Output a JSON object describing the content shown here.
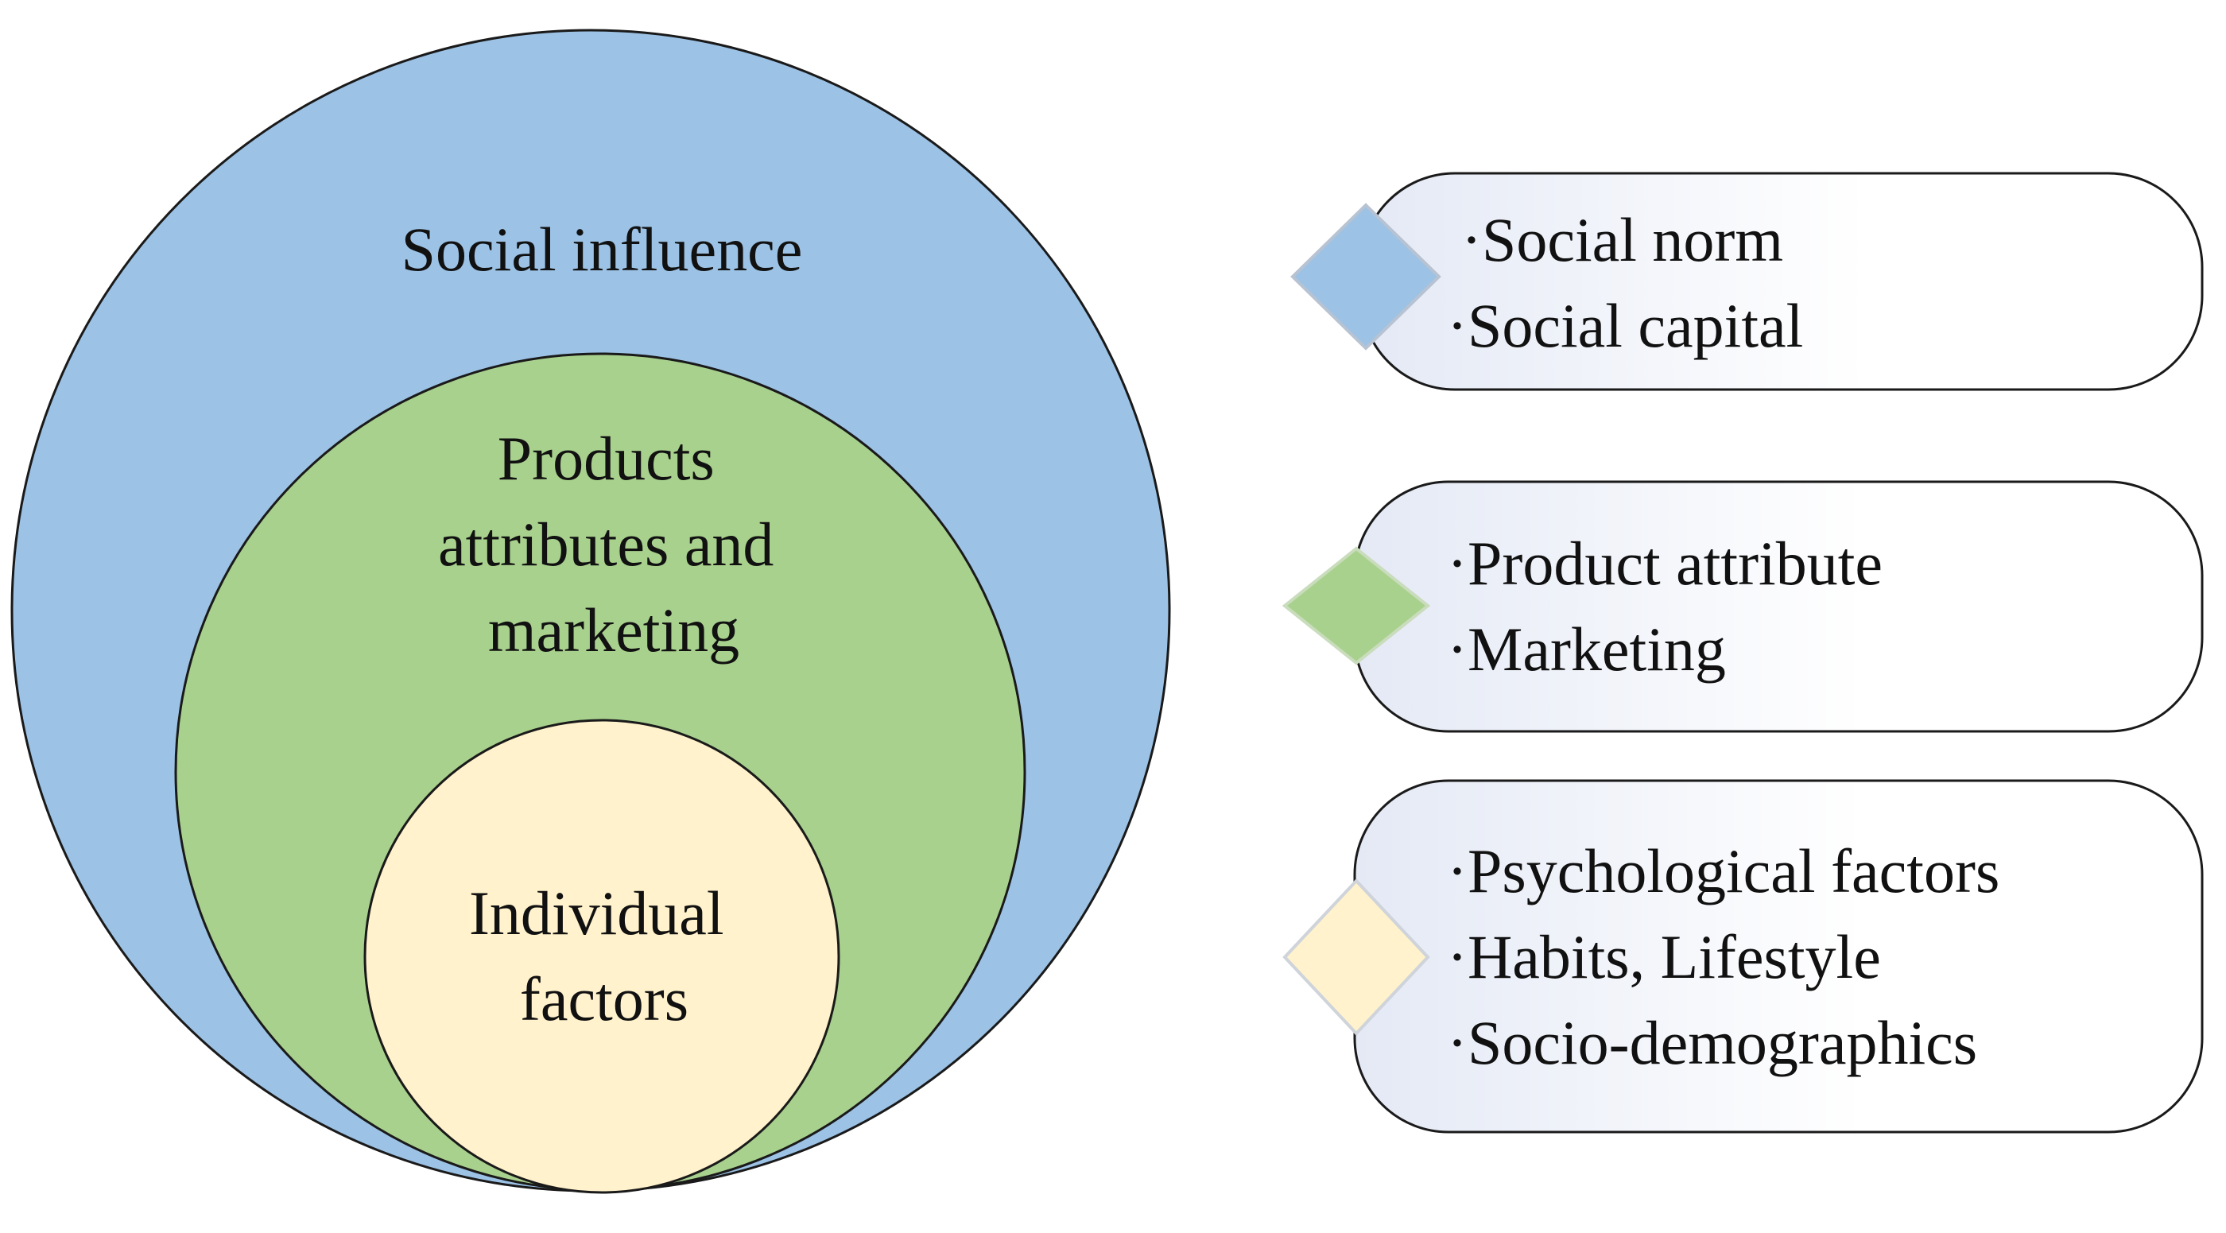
{
  "colors": {
    "social": "#9cc2e5",
    "product": "#a9d18e",
    "individual": "#fff2cc",
    "outline": "#1a1a1a",
    "box_fill_start": "#e4e9f5",
    "box_fill_end": "#ffffff"
  },
  "circles": {
    "social": {
      "lines": [
        "Social influence"
      ]
    },
    "product": {
      "lines": [
        "Products",
        "attributes and",
        "marketing"
      ]
    },
    "individual": {
      "lines": [
        "Individual",
        "factors"
      ]
    }
  },
  "legend": [
    {
      "color_key": "social",
      "items": [
        "·Social norm",
        "·Social capital"
      ]
    },
    {
      "color_key": "product",
      "items": [
        "·Product attribute",
        "·Marketing"
      ]
    },
    {
      "color_key": "individual",
      "items": [
        "·Psychological factors",
        "·Habits, Lifestyle",
        "·Socio-demographics"
      ]
    }
  ]
}
